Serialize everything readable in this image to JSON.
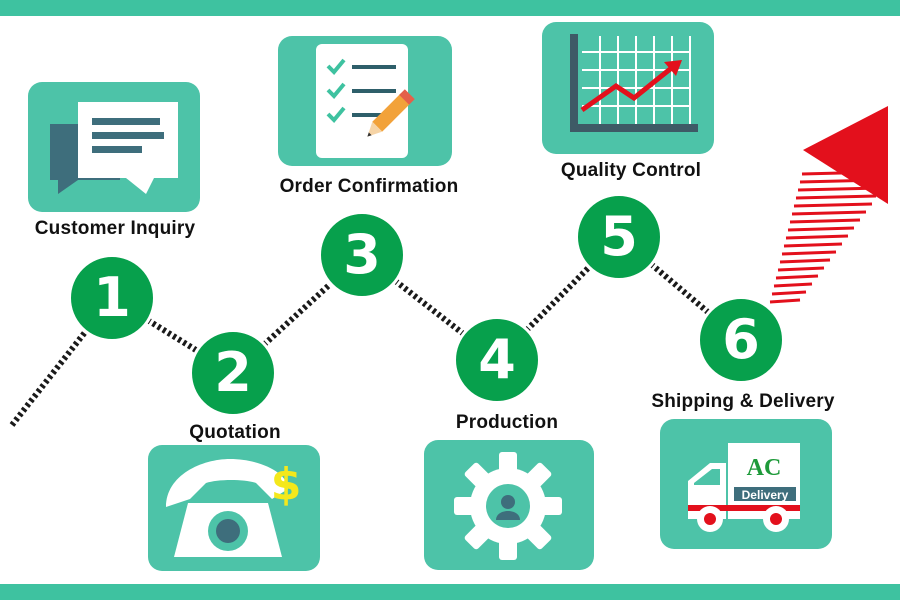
{
  "colors": {
    "band": "#3ec2a0",
    "tile": "#4dc3a8",
    "circle": "#07a04c",
    "arrow": "#e3101c",
    "dots": "#1a1a1a"
  },
  "steps": [
    {
      "number": "1",
      "label": "Customer Inquiry",
      "icon": "chat-bubbles-icon"
    },
    {
      "number": "2",
      "label": "Quotation",
      "icon": "telephone-dollar-icon"
    },
    {
      "number": "3",
      "label": "Order Confirmation",
      "icon": "checklist-pencil-icon"
    },
    {
      "number": "4",
      "label": "Production",
      "icon": "gear-person-icon"
    },
    {
      "number": "5",
      "label": "Quality Control",
      "icon": "rising-chart-icon"
    },
    {
      "number": "6",
      "label": "Shipping & Delivery",
      "icon": "delivery-truck-icon"
    }
  ],
  "icon_text": {
    "dollar": "$",
    "truck_logo": "AC",
    "truck_label": "Delivery"
  }
}
